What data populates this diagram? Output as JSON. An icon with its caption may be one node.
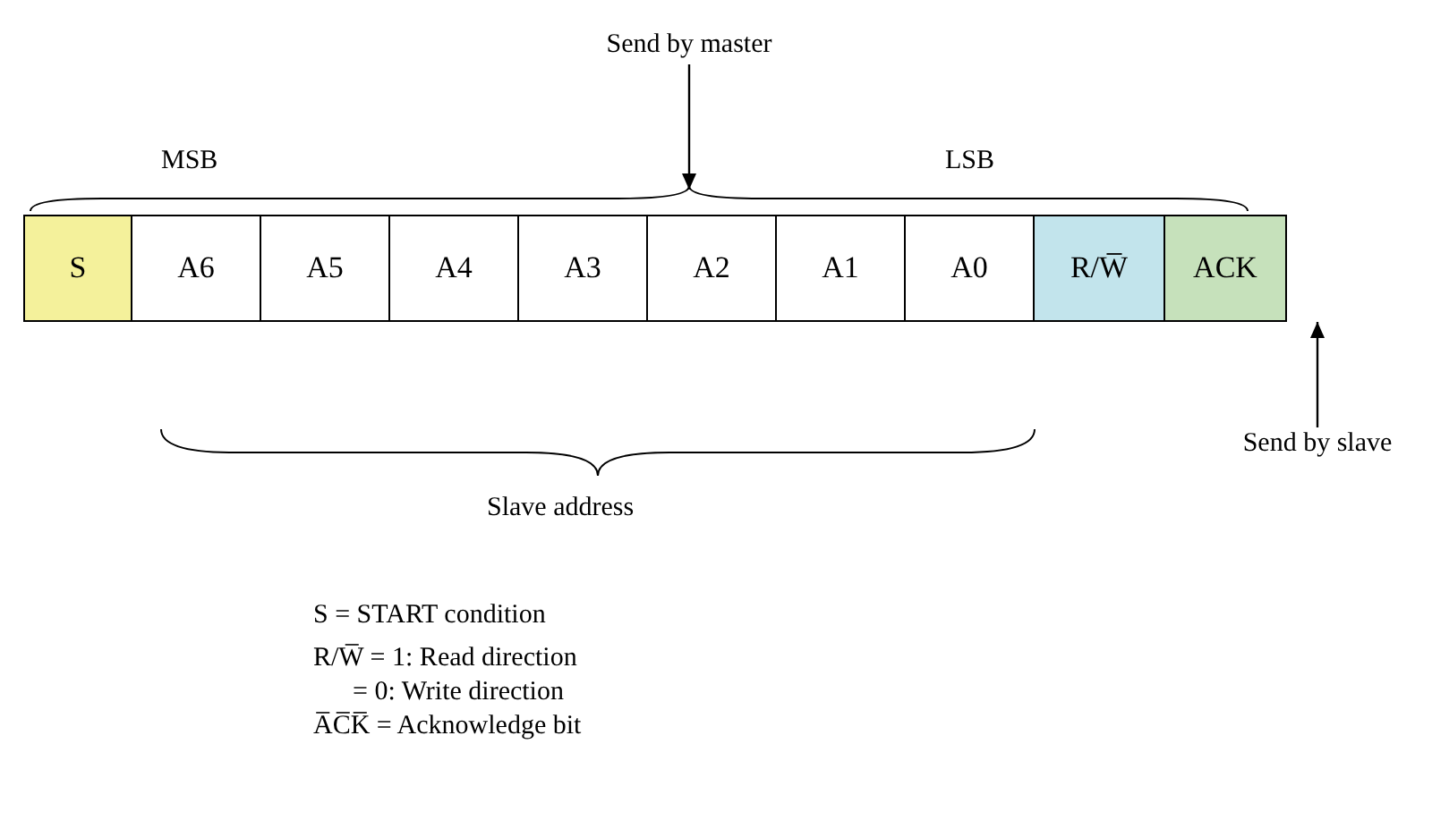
{
  "diagram": {
    "nodes": [
      {
        "text": [
          "S"
        ]
      },
      {
        "text": [
          "A6"
        ]
      },
      {
        "text": [
          "A5"
        ]
      },
      {
        "text": [
          "A4"
        ]
      },
      {
        "text": [
          "A3"
        ]
      },
      {
        "text": [
          "A2"
        ]
      },
      {
        "text": [
          "A1"
        ]
      },
      {
        "text": [
          "A0"
        ]
      },
      {
        "text": [
          "R/W̅"
        ]
      },
      {
        "text": [
          "ACK"
        ]
      },
      {
        "text": [
          "Send by master"
        ]
      },
      {
        "text": [
          "Send by slave"
        ]
      },
      {
        "text": [],
        "shape": "brace"
      }
    ],
    "edges": [
      {
        "from": 10,
        "to": 12,
        "arrow": "to"
      },
      {
        "from": 11,
        "to": 9,
        "arrow": "to"
      }
    ],
    "labels": [
      "MSB",
      "LSB",
      "Slave address",
      "S = START condition",
      "R/W̅ = 1: Read direction",
      "= 0: Write direction",
      "A̅C̅K̅ = Acknowledge bit"
    ]
  }
}
